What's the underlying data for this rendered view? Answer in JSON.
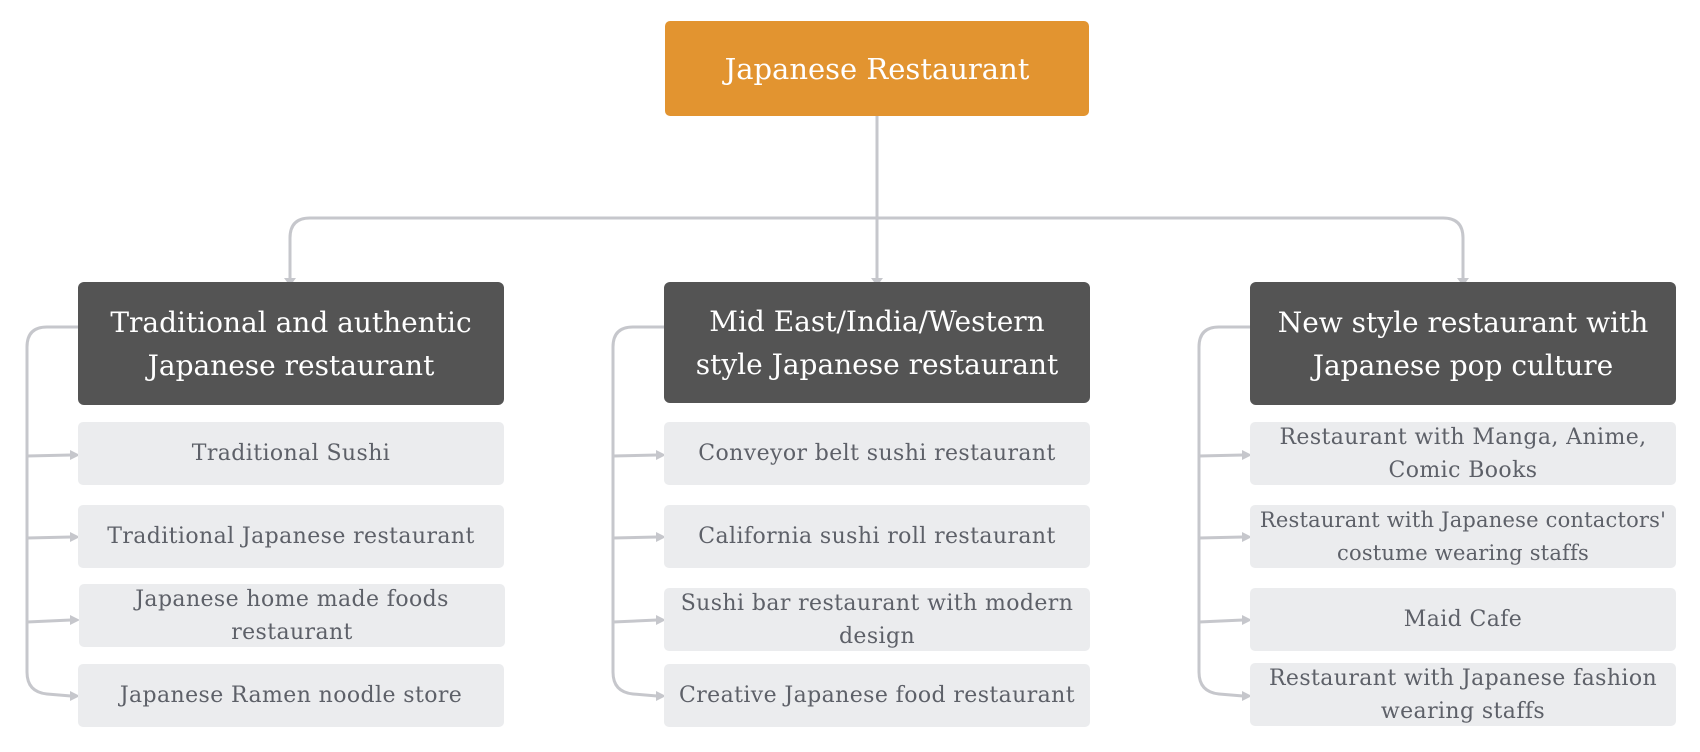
{
  "root": {
    "label": "Japanese Restaurant"
  },
  "categories": [
    {
      "label": "Traditional and authentic Japanese restaurant",
      "items": [
        {
          "label": "Traditional Sushi"
        },
        {
          "label": "Traditional Japanese restaurant"
        },
        {
          "label": "Japanese home made foods restaurant"
        },
        {
          "label": "Japanese Ramen noodle store"
        }
      ]
    },
    {
      "label": "Mid East/India/Western style Japanese restaurant",
      "items": [
        {
          "label": "Conveyor belt sushi restaurant"
        },
        {
          "label": "California sushi roll  restaurant"
        },
        {
          "label": "Sushi bar restaurant with modern design"
        },
        {
          "label": "Creative Japanese food restaurant"
        }
      ]
    },
    {
      "label": "New style restaurant with Japanese pop culture",
      "items": [
        {
          "label": "Restaurant with Manga, Anime, Comic Books"
        },
        {
          "label": "Restaurant with Japanese contactors' costume wearing staffs"
        },
        {
          "label": "Maid Cafe"
        },
        {
          "label": "Restaurant with Japanese fashion wearing staffs"
        }
      ]
    }
  ],
  "colors": {
    "root": "#e29430",
    "category": "#545454",
    "leaf": "#ebecee",
    "leaf_text": "#5d6068",
    "connector": "#c6c7cc"
  }
}
